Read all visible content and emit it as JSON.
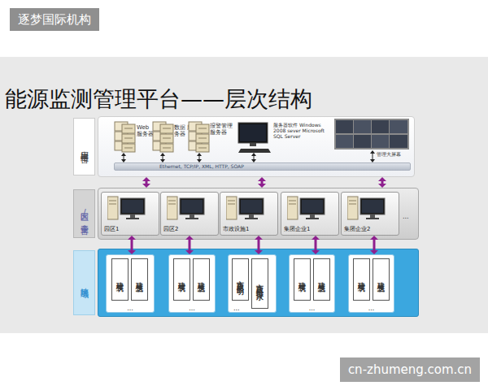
{
  "diagram": {
    "title": "能源监测管理平台——层次结构",
    "nodes": [
      {
        "text": [
          "应用运维平台"
        ]
      },
      {
        "text": [
          "Ethernet, TCP/IP, XML, HTTP, SOAP"
        ],
        "in": 0
      },
      {
        "text": [
          "园区/企业平台"
        ]
      },
      {
        "text": [
          "园区1"
        ],
        "in": 2
      },
      {
        "text": [
          "园区2"
        ],
        "in": 2
      },
      {
        "text": [
          "市政设施1"
        ],
        "in": 2
      },
      {
        "text": [
          "集团企业1"
        ],
        "in": 2
      },
      {
        "text": [
          "集团企业2"
        ],
        "in": 2
      },
      {
        "text": [
          "地块区域"
        ]
      },
      {
        "text": [
          "..."
        ],
        "in": 8
      },
      {
        "text": [
          "建筑一"
        ],
        "in": 9
      },
      {
        "text": [
          "建筑二"
        ],
        "in": 9
      },
      {
        "text": [
          "..."
        ],
        "in": 8
      },
      {
        "text": [
          "建筑一"
        ],
        "in": 12
      },
      {
        "text": [
          "建筑二"
        ],
        "in": 12
      },
      {
        "text": [
          "..."
        ],
        "in": 8
      },
      {
        "text": [
          "市政照明"
        ],
        "in": 15
      },
      {
        "text": [
          "市政给排水"
        ],
        "in": 15
      },
      {
        "text": [
          "..."
        ],
        "in": 8
      },
      {
        "text": [
          "建筑一"
        ],
        "in": 18
      },
      {
        "text": [
          "建筑二"
        ],
        "in": 18
      },
      {
        "text": [
          "..."
        ],
        "in": 8
      },
      {
        "text": [
          "建筑一"
        ],
        "in": 21
      },
      {
        "text": [
          "建筑二"
        ],
        "in": 21
      }
    ],
    "edges": [
      {
        "from": 0,
        "to": 2,
        "arrow": "both"
      },
      {
        "from": 0,
        "to": 2,
        "arrow": "both"
      },
      {
        "from": 0,
        "to": 2,
        "arrow": "both"
      },
      {
        "from": 3,
        "to": 9,
        "arrow": "both"
      },
      {
        "from": 4,
        "to": 12,
        "arrow": "both"
      },
      {
        "from": 5,
        "to": 15,
        "arrow": "both"
      },
      {
        "from": 6,
        "to": 18,
        "arrow": "both"
      },
      {
        "from": 7,
        "to": 21,
        "arrow": "both"
      }
    ],
    "labels": [
      "Web 服务器",
      "数据 服务器",
      "报警管理 服务器",
      "服务器软件 Windows 2008 sever Microsoft SQL Server",
      "管理大屏幕",
      "...",
      "逐梦国际机构",
      "cn-zhumeng.com.cn"
    ]
  }
}
